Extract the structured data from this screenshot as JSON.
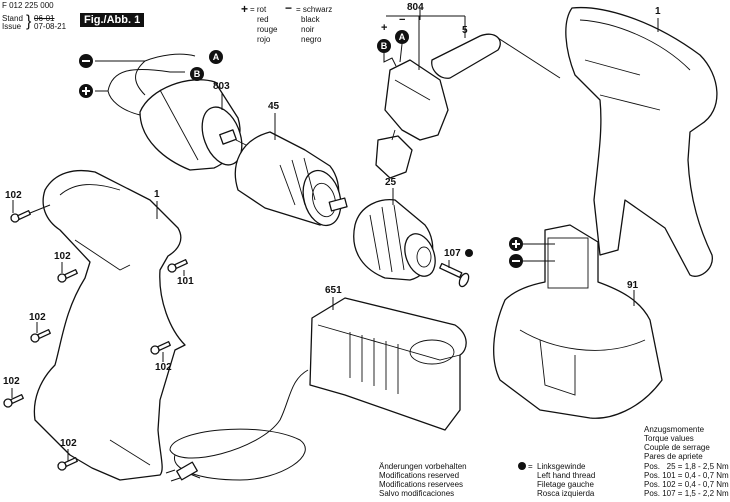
{
  "header": {
    "part_number": "F 012 225 000",
    "stand_label": "Stand",
    "issue_label": "Issue",
    "stand_value": "06-01",
    "issue_value": "07-08-21",
    "figure_label": "Fig./Abb. 1"
  },
  "wire_legend": {
    "plus_symbol": "+",
    "plus_eq": "= rot",
    "plus_translations": [
      "red",
      "rouge",
      "rojo"
    ],
    "minus_symbol": "−",
    "minus_eq": "= schwarz",
    "minus_translations": [
      "black",
      "noir",
      "negro"
    ]
  },
  "connector_markers": {
    "a": "A",
    "b": "B",
    "plus": "+",
    "minus": "−"
  },
  "part_labels": {
    "motor": "803",
    "gearbox": "45",
    "switch_assembly": "804",
    "switch_cover": "5",
    "housing_right": "1",
    "housing_left": "1",
    "chuck": "25",
    "chuck_screw": "107",
    "screw_101": "101",
    "screw_102": "102",
    "charger": "651",
    "battery": "91"
  },
  "footer": {
    "modifications": [
      "Änderungen vorbehalten",
      "Modifications reserved",
      "Modifications reservees",
      "Salvo modificaciones"
    ],
    "left_thread_symbol": "● =",
    "left_thread": [
      "Linksgewinde",
      "Left hand thread",
      "Filetage gauche",
      "Rosca izquierda"
    ],
    "torque_title": [
      "Anzugsmomente",
      "Torque values",
      "Couple de serrage",
      "Pares de apriete"
    ],
    "torque_values": [
      "Pos.   25 = 1,8 - 2,5 Nm",
      "Pos. 101 = 0,4 - 0,7 Nm",
      "Pos. 102 = 0,4 - 0,7 Nm",
      "Pos. 107 = 1,5 - 2,2 Nm"
    ]
  }
}
